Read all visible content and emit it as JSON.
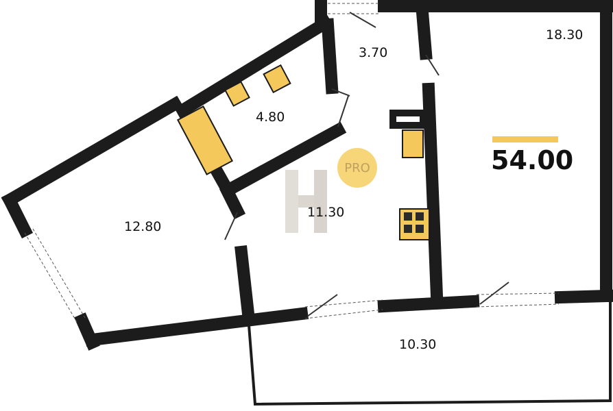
{
  "rooms": [
    {
      "id": "corridor",
      "area": "3.70"
    },
    {
      "id": "living",
      "area": "18.30"
    },
    {
      "id": "bathroom",
      "area": "4.80"
    },
    {
      "id": "bedroom",
      "area": "12.80"
    },
    {
      "id": "kitchen",
      "area": "11.30"
    },
    {
      "id": "balcony",
      "area": "10.30"
    }
  ],
  "total_area": "54.00",
  "badge": "PRO",
  "watermark": "H",
  "colors": {
    "wall": "#1c1c1c",
    "fixture": "#f5c85c",
    "accent": "#f5c85c"
  }
}
